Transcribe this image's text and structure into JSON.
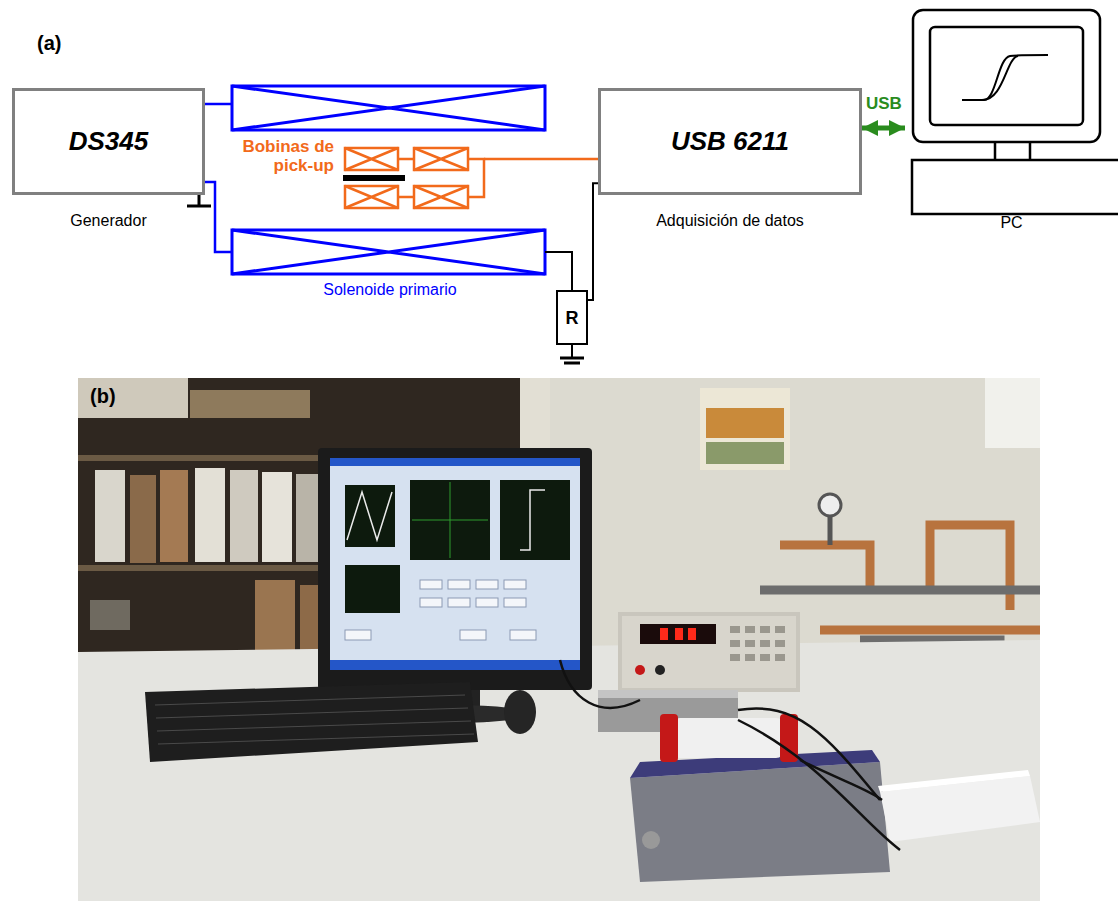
{
  "diagram": {
    "nodes": [
      {
        "text": [
          "DS345",
          "Generador"
        ]
      },
      {
        "text": [
          "USB 6211",
          "Adquisición de datos"
        ]
      },
      {
        "text": [
          "PC"
        ]
      },
      {
        "text": [
          "R"
        ]
      }
    ],
    "edges": [
      {
        "from": 1,
        "to": 2,
        "arrow": "both",
        "label": "USB"
      },
      {
        "from": 3,
        "to": 1,
        "arrow": "none"
      }
    ],
    "labels": [
      "(a)",
      "Bobinas de pick-up",
      "Solenoide primario",
      "(b)"
    ]
  }
}
